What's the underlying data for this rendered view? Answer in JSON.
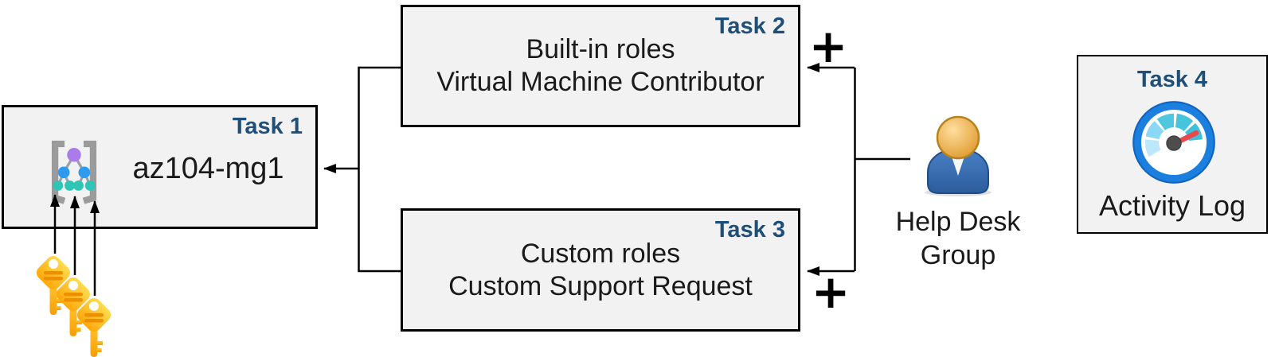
{
  "task1": {
    "label": "Task 1",
    "name": "az104-mg1"
  },
  "task2": {
    "label": "Task 2",
    "line1": "Built-in roles",
    "line2": "Virtual Machine Contributor",
    "plus": "+"
  },
  "task3": {
    "label": "Task 3",
    "line1": "Custom roles",
    "line2": "Custom Support Request",
    "plus": "+"
  },
  "task4": {
    "label": "Task 4",
    "caption": "Activity Log"
  },
  "actor": {
    "line1": "Help Desk",
    "line2": "Group"
  },
  "icons": {
    "task1": "management-group-icon",
    "task4": "activity-log-gauge-icon",
    "actor": "person-icon",
    "keys": "keys-icon"
  },
  "colors": {
    "task_label": "#1F4E79",
    "box_fill": "#F2F2F2",
    "box_border": "#000000",
    "text": "#1A1A1A",
    "connector": "#000000",
    "key_gold_light": "#FFDC50",
    "key_gold_dark": "#FFA70A",
    "key_stripe": "#EE8F00",
    "person_body_blue": "#3A72B9",
    "person_head_orange": "#E8A33D",
    "gauge_ring_blue": "#1B7FE0",
    "gauge_needle_red": "#E8494B",
    "tree_purple": "#A97CEA",
    "tree_blue": "#2E9BF0",
    "tree_teal": "#2EC4B6"
  }
}
